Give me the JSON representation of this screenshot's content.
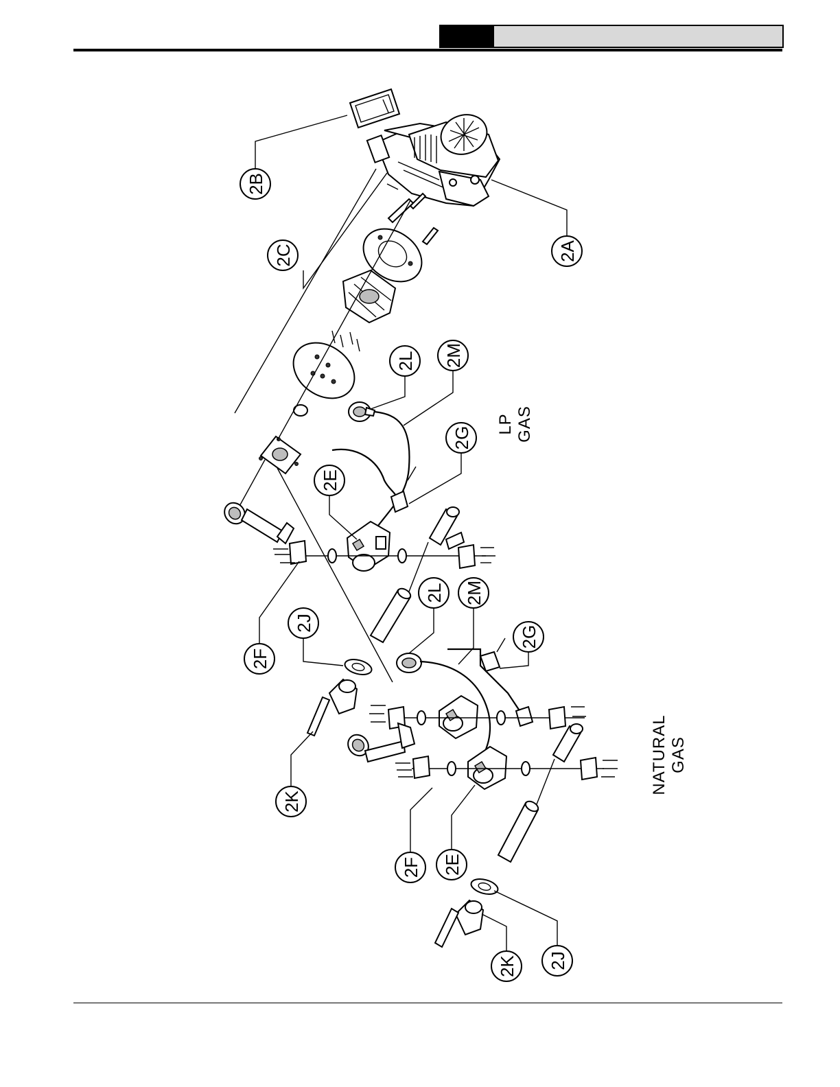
{
  "header": {
    "tab_text": "",
    "bar_text": ""
  },
  "callouts": [
    {
      "id": "2B",
      "label": "2B"
    },
    {
      "id": "2C",
      "label": "2C"
    },
    {
      "id": "2A",
      "label": "2A"
    },
    {
      "id": "2L-lp",
      "label": "2L"
    },
    {
      "id": "2M-lp",
      "label": "2M"
    },
    {
      "id": "2G-lp",
      "label": "2G"
    },
    {
      "id": "2E-lp",
      "label": "2E"
    },
    {
      "id": "2F-lp",
      "label": "2F"
    },
    {
      "id": "2J-lp",
      "label": "2J"
    },
    {
      "id": "2L-ng",
      "label": "2L"
    },
    {
      "id": "2M-ng",
      "label": "2M"
    },
    {
      "id": "2G-ng",
      "label": "2G"
    },
    {
      "id": "2K-lp",
      "label": "2K"
    },
    {
      "id": "2F-ng",
      "label": "2F"
    },
    {
      "id": "2E-ng",
      "label": "2E"
    },
    {
      "id": "2K-ng",
      "label": "2K"
    },
    {
      "id": "2J-ng",
      "label": "2J"
    }
  ],
  "labels": {
    "lp_line1": "LP",
    "lp_line2": "GAS",
    "ng_line1": "NATURAL",
    "ng_line2": "GAS"
  }
}
